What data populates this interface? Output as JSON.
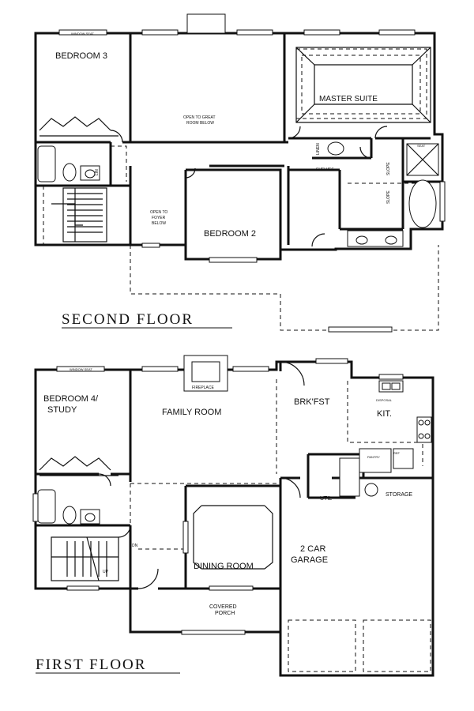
{
  "second_floor": {
    "title": "SECOND FLOOR",
    "rooms": {
      "bedroom3": "BEDROOM 3",
      "open_great_line1": "OPEN TO GREAT",
      "open_great_line2": "ROOM BELOW",
      "master_suite": "MASTER SUITE",
      "linen": "LINEN",
      "shelves": "SHELVES",
      "slope1": "SLOPE",
      "slope2": "SLOPE",
      "seat": "SEAT",
      "window_seat": "WINDOW SEAT",
      "lin": "LIN",
      "open_foyer_line1": "OPEN TO",
      "open_foyer_line2": "FOYER",
      "open_foyer_line3": "BELOW",
      "bedroom2": "BEDROOM 2"
    }
  },
  "first_floor": {
    "title": "FIRST FLOOR",
    "rooms": {
      "bedroom4_line1": "BEDROOM 4/",
      "bedroom4_line2": "STUDY",
      "window_seat": "WINDOW SEAT",
      "fireplace": "FIREPLACE",
      "family_room": "FAMILY ROOM",
      "brkfst": "BRK'FST",
      "kit": "KIT.",
      "disposal": "DISPOSAL",
      "pantry": "PANTRY",
      "ref": "REF",
      "util": "UTIL",
      "storage": "STORAGE",
      "garage_line1": "2 CAR",
      "garage_line2": "GARAGE",
      "dining_room": "DINING ROOM",
      "covered_porch_line1": "COVERED",
      "covered_porch_line2": "PORCH",
      "up": "UP",
      "dn": "DN"
    }
  }
}
